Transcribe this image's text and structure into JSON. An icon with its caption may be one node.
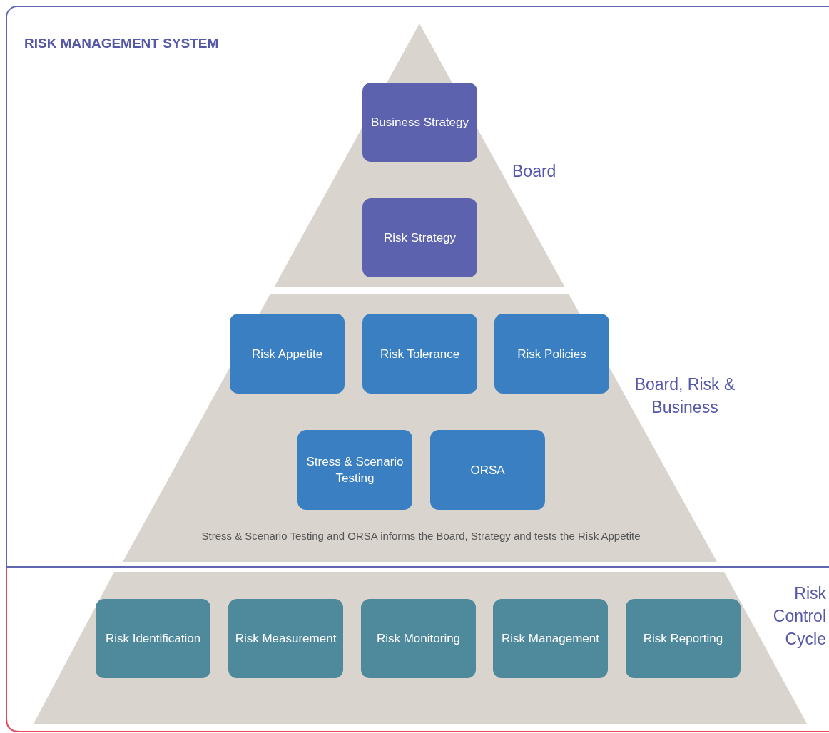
{
  "diagram": {
    "nodes": [
      {
        "text": [
          "RISK MANAGEMENT SYSTEM"
        ]
      },
      {
        "text": [
          "Business Strategy"
        ],
        "in": 0
      },
      {
        "text": [
          "Risk Strategy"
        ],
        "in": 0
      },
      {
        "text": [
          "Risk Appetite"
        ],
        "in": 0
      },
      {
        "text": [
          "Risk Tolerance"
        ],
        "in": 0
      },
      {
        "text": [
          "Risk Policies"
        ],
        "in": 0
      },
      {
        "text": [
          "Stress & Scenario Testing"
        ],
        "in": 0
      },
      {
        "text": [
          "ORSA"
        ],
        "in": 0
      },
      {
        "text": [
          "Risk Identification"
        ]
      },
      {
        "text": [
          "Risk Measurement"
        ]
      },
      {
        "text": [
          "Risk Monitoring"
        ]
      },
      {
        "text": [
          "Risk Management"
        ]
      },
      {
        "text": [
          "Risk Reporting"
        ]
      }
    ],
    "edges": [],
    "labels": [
      "Board",
      "Board, Risk & Business",
      "Stress & Scenario Testing and ORSA informs the Board, Strategy and tests the Risk Appetite",
      "Risk Control Cycle"
    ]
  }
}
